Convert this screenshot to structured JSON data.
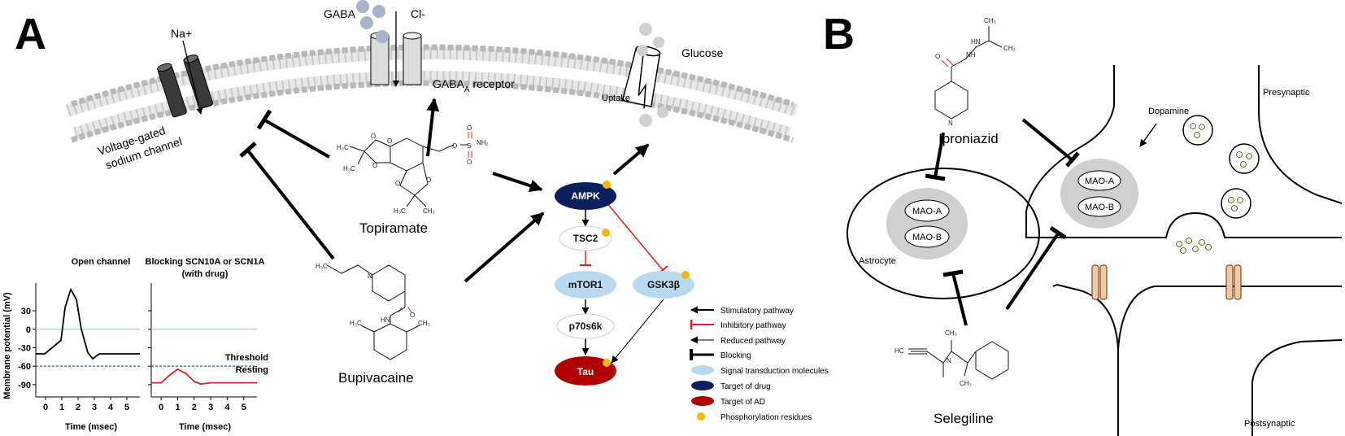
{
  "panel_a": {
    "letter": "A",
    "channels": {
      "sodium_ion": "Na+",
      "sodium_channel_line1": "Voltage-gated",
      "sodium_channel_line2": "sodium channel",
      "gaba": "GABA",
      "chloride": "Cl-",
      "gaba_receptor_main": "GABA",
      "gaba_receptor_sub": "A",
      "gaba_receptor_tail": " receptor",
      "glucose": "Glucose",
      "uptake": "Uptake"
    },
    "drugs": {
      "topiramate": "Topiramate",
      "bupivacaine": "Bupivacaine"
    },
    "chem_labels": {
      "nh2": "NH₂",
      "s": "S",
      "o": "O",
      "ch3": "CH₃",
      "h3c": "H₃C",
      "hn": "HN",
      "n": "N"
    },
    "pathway": {
      "ampk": "AMPK",
      "tsc2": "TSC2",
      "mtor1": "mTOR1",
      "gsk3b": "GSK3β",
      "p70s6k": "p70s6k",
      "tau": "Tau"
    },
    "legend": [
      "Stimulatory pathway",
      "Inhibitory pathway",
      "Reduced pathway",
      "Blocking",
      "Signal transduction molecules",
      "Target of drug",
      "Target of AD",
      "Phosphorylation residues"
    ],
    "plots": {
      "ylabel": "Membrane potential (mV)",
      "xlabel": "Time (msec)",
      "open_title": "Open channel",
      "block_title_line1": "Blocking SCN10A or SCN1A",
      "block_title_line2": "(with drug)",
      "threshold_label": "Threshold",
      "resting_label": "Resting"
    }
  },
  "panel_b": {
    "letter": "B",
    "iproniazid": "Iproniazid",
    "selegiline": "Selegiline",
    "dopamine": "Dopamine",
    "presynaptic": "Presynaptic",
    "postsynaptic": "Postsynaptic",
    "astrocyte": "Astrocyte",
    "mao_a": "MAO-A",
    "mao_b": "MAO-B",
    "chem_hn": "HN",
    "chem_nh": "NH",
    "chem_o": "O",
    "chem_n": "N",
    "chem_ch3": "CH₃",
    "chem_hc": "HC"
  },
  "colors": {
    "target_drug": "#0b1f5c",
    "target_ad": "#b00000",
    "signal": "#b8d9f0",
    "phospho": "#f5b800",
    "inhibit": "#e02020",
    "membrane": "#c9c9c9",
    "mao_halo": "#cfcfcf"
  },
  "chart_data": [
    {
      "type": "line",
      "title": "Open channel",
      "xlabel": "Time (msec)",
      "ylabel": "Membrane potential (mV)",
      "xlim": [
        -0.6,
        5.8
      ],
      "ylim": [
        -110,
        75
      ],
      "xticks": [
        0,
        1,
        2,
        3,
        4,
        5
      ],
      "yticks": [
        30,
        0,
        -30,
        -60,
        -90
      ],
      "reference_lines": [
        0,
        -60
      ],
      "series": [
        {
          "color": "#000000",
          "x": [
            -0.6,
            -0.05,
            0.95,
            1.2,
            1.55,
            1.9,
            2.2,
            2.6,
            2.9,
            3.3,
            5.8
          ],
          "y": [
            -40,
            -40,
            -18,
            35,
            65,
            48,
            0,
            -38,
            -48,
            -40,
            -40
          ]
        }
      ]
    },
    {
      "type": "line",
      "title": "Blocking SCN10A or SCN1A (with drug)",
      "xlabel": "Time (msec)",
      "xlim": [
        -0.6,
        5.8
      ],
      "ylim": [
        -110,
        75
      ],
      "xticks": [
        0,
        1,
        2,
        3,
        4,
        5
      ],
      "reference_lines": [
        0,
        -60
      ],
      "series": [
        {
          "color": "#e02020",
          "x": [
            -0.6,
            0.0,
            0.5,
            1.0,
            1.5,
            2.0,
            2.4,
            3.0,
            5.8
          ],
          "y": [
            -87,
            -87,
            -75,
            -65,
            -72,
            -85,
            -89,
            -87,
            -87
          ]
        }
      ]
    }
  ]
}
